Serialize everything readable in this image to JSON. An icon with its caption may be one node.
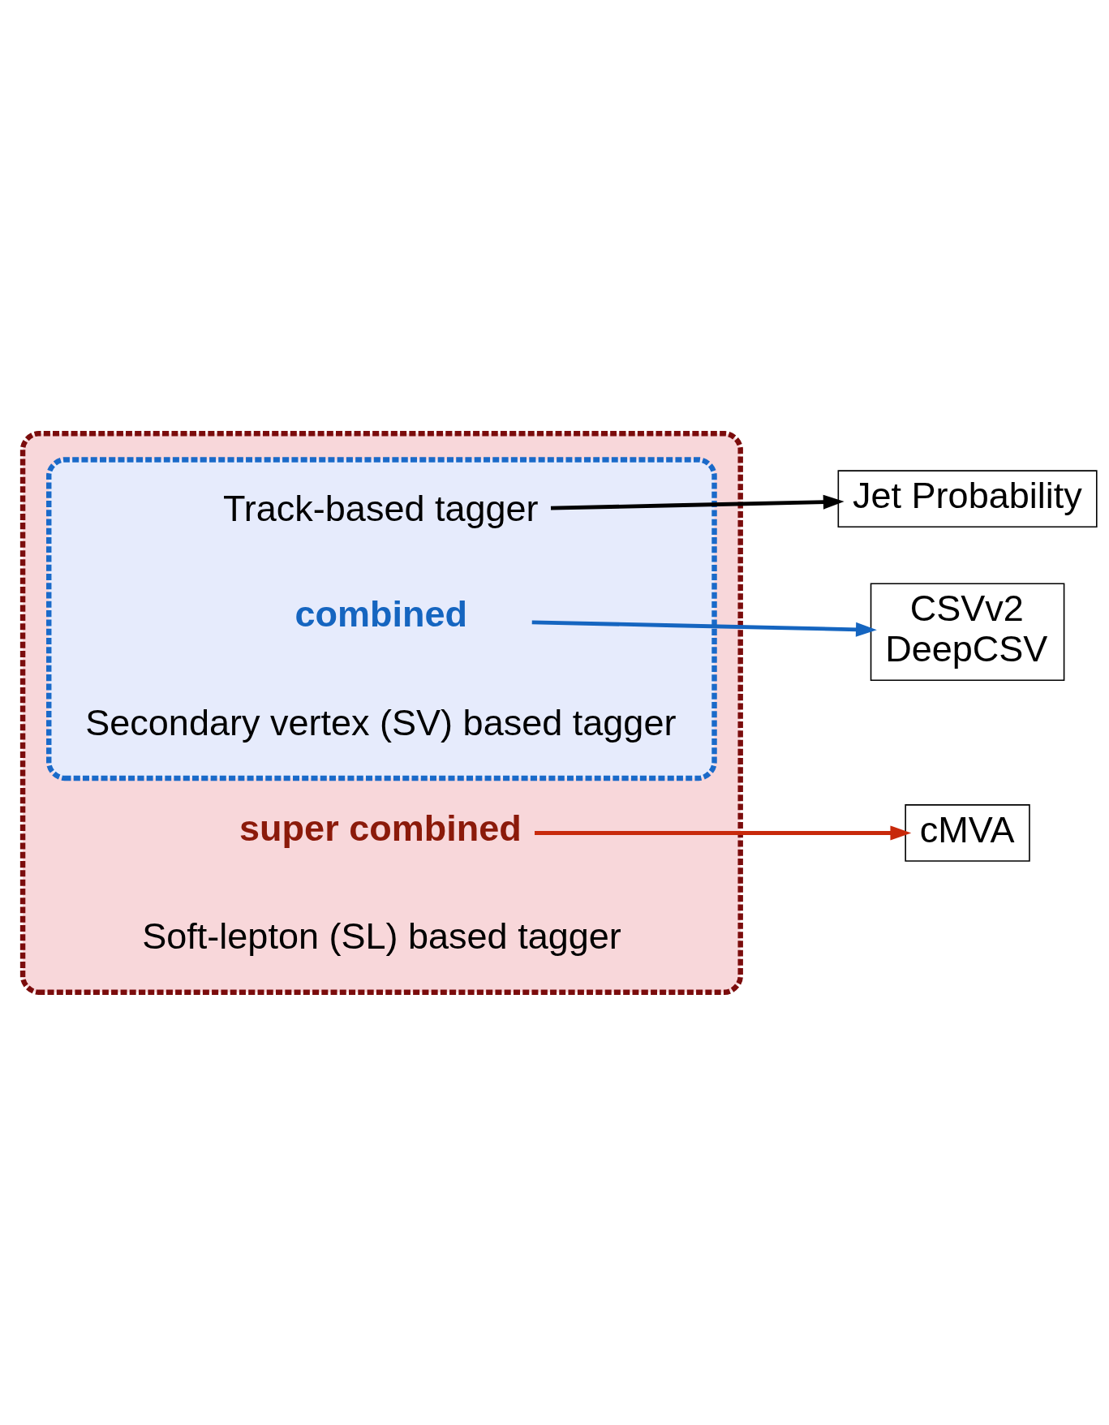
{
  "diagram": {
    "nodes": [
      {
        "text": [],
        "shape": "box"
      },
      {
        "text": [],
        "shape": "box",
        "in": 0
      },
      {
        "text": [
          "Track-based tagger"
        ],
        "in": 1
      },
      {
        "text": [
          "combined"
        ],
        "in": 1
      },
      {
        "text": [
          "Secondary vertex (SV) based tagger"
        ],
        "in": 1
      },
      {
        "text": [
          "super combined"
        ],
        "in": 0
      },
      {
        "text": [
          "Soft-lepton (SL) based tagger"
        ],
        "in": 0
      },
      {
        "text": [
          "Jet Probability"
        ]
      },
      {
        "text": [
          "CSVv2",
          "DeepCSV"
        ]
      },
      {
        "text": [
          "cMVA"
        ]
      }
    ],
    "edges": [
      {
        "from": 2,
        "to": 7,
        "arrow": "to"
      },
      {
        "from": 3,
        "to": 8,
        "arrow": "to",
        "color": "#1565c0"
      },
      {
        "from": 5,
        "to": 9,
        "arrow": "to",
        "color": "#c8290b"
      }
    ]
  }
}
